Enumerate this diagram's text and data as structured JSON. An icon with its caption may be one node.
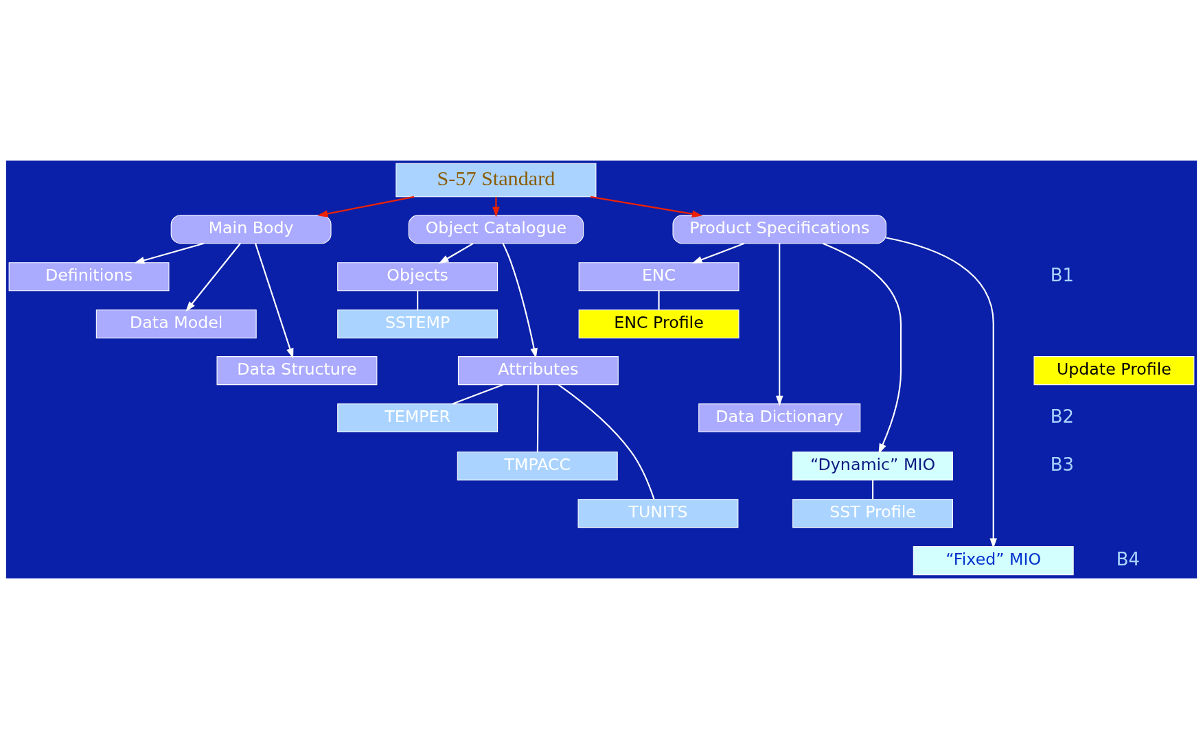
{
  "diagram": {
    "nodes": [
      {
        "text": [
          "S-57 Standard"
        ]
      },
      {
        "text": [
          "Main Body"
        ]
      },
      {
        "text": [
          "Object Catalogue"
        ]
      },
      {
        "text": [
          "Product Specifications"
        ]
      },
      {
        "text": [
          "Definitions"
        ]
      },
      {
        "text": [
          "Data Model"
        ]
      },
      {
        "text": [
          "Data Structure"
        ]
      },
      {
        "text": [
          "Objects"
        ]
      },
      {
        "text": [
          "SSTEMP"
        ]
      },
      {
        "text": [
          "Attributes"
        ]
      },
      {
        "text": [
          "TEMPER"
        ]
      },
      {
        "text": [
          "TMPACC"
        ]
      },
      {
        "text": [
          "TUNITS"
        ]
      },
      {
        "text": [
          "ENC"
        ]
      },
      {
        "text": [
          "ENC Profile"
        ]
      },
      {
        "text": [
          "Update Profile"
        ]
      },
      {
        "text": [
          "Data Dictionary"
        ]
      },
      {
        "text": [
          "“Dynamic” MIO"
        ]
      },
      {
        "text": [
          "SST Profile"
        ]
      },
      {
        "text": [
          "“Fixed” MIO"
        ]
      }
    ],
    "edges": [
      {
        "from": 0,
        "to": 1,
        "arrow": "to",
        "color": "#ee2200"
      },
      {
        "from": 0,
        "to": 2,
        "arrow": "to",
        "color": "#ee2200"
      },
      {
        "from": 0,
        "to": 3,
        "arrow": "to",
        "color": "#ee2200"
      },
      {
        "from": 1,
        "to": 4,
        "arrow": "to"
      },
      {
        "from": 1,
        "to": 5,
        "arrow": "to"
      },
      {
        "from": 1,
        "to": 6,
        "arrow": "to"
      },
      {
        "from": 2,
        "to": 7,
        "arrow": "to"
      },
      {
        "from": 2,
        "to": 9,
        "arrow": "to"
      },
      {
        "from": 7,
        "to": 8,
        "arrow": "none"
      },
      {
        "from": 9,
        "to": 10,
        "arrow": "none"
      },
      {
        "from": 9,
        "to": 11,
        "arrow": "none"
      },
      {
        "from": 9,
        "to": 12,
        "arrow": "none"
      },
      {
        "from": 3,
        "to": 13,
        "arrow": "to"
      },
      {
        "from": 3,
        "to": 16,
        "arrow": "to"
      },
      {
        "from": 3,
        "to": 17,
        "arrow": "to"
      },
      {
        "from": 3,
        "to": 19,
        "arrow": "to"
      },
      {
        "from": 13,
        "to": 14,
        "arrow": "none"
      },
      {
        "from": 17,
        "to": 18,
        "arrow": "none"
      }
    ],
    "labels": [
      "B1",
      "B2",
      "B3",
      "B4"
    ]
  }
}
